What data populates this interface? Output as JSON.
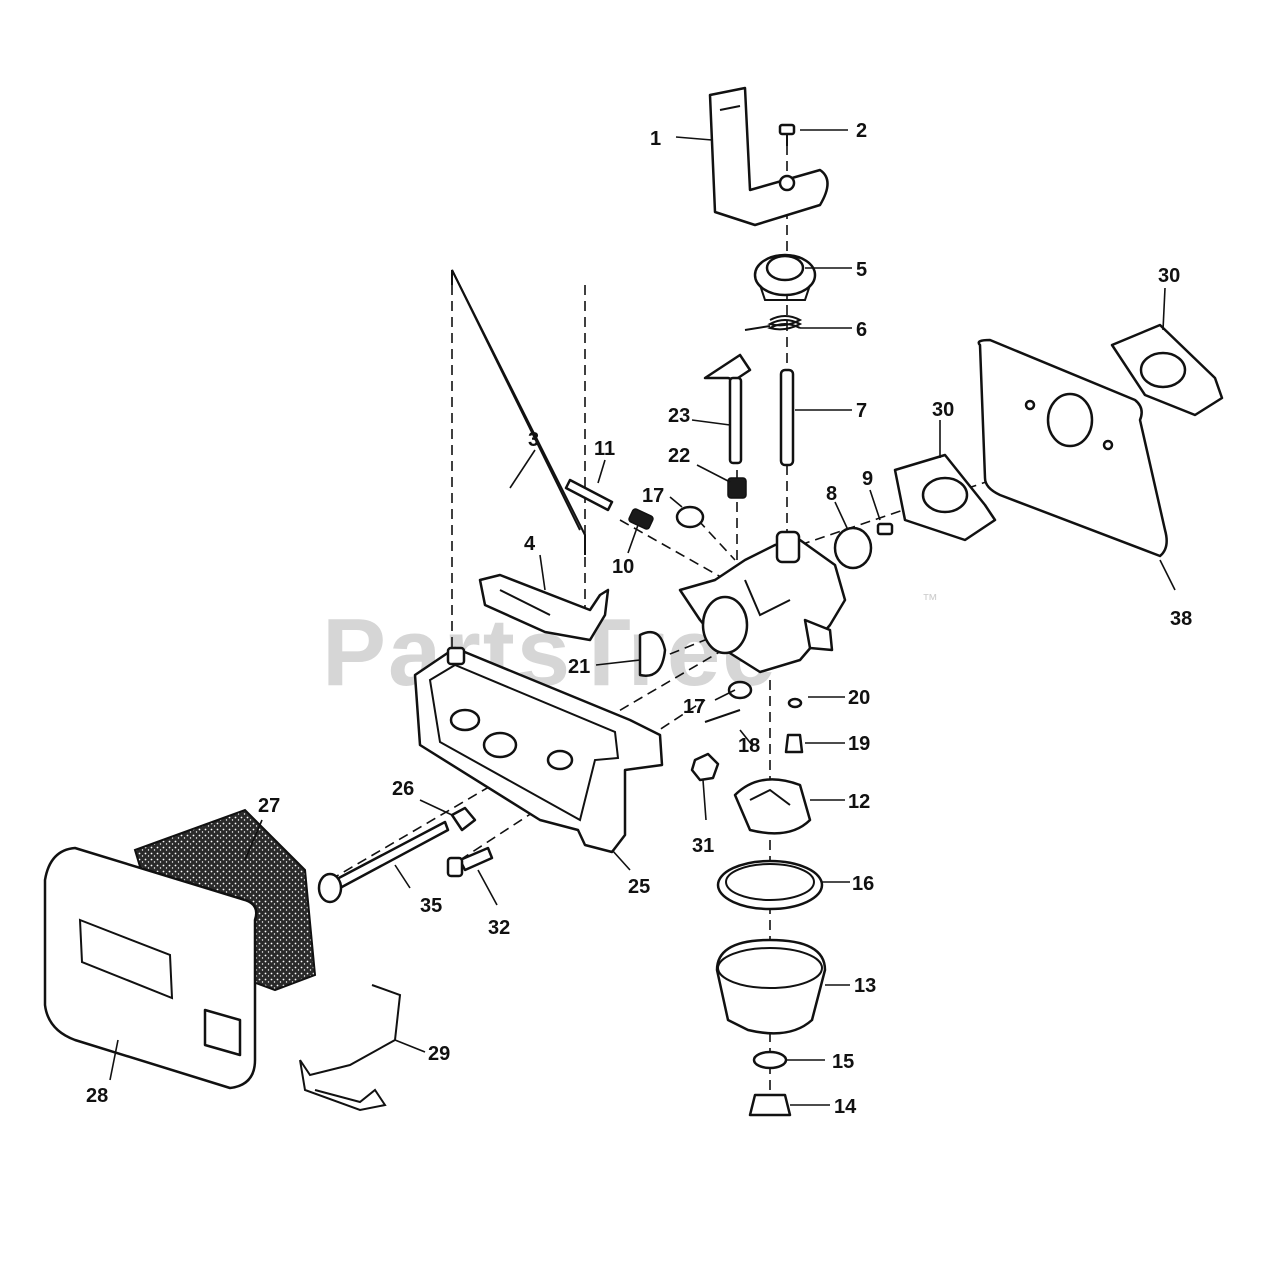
{
  "watermark": {
    "text": "PartsTree",
    "tm": "™"
  },
  "callouts": [
    "1",
    "2",
    "3",
    "4",
    "5",
    "6",
    "7",
    "8",
    "9",
    "10",
    "11",
    "12",
    "13",
    "14",
    "15",
    "16",
    "17",
    "17",
    "18",
    "19",
    "20",
    "21",
    "22",
    "23",
    "25",
    "26",
    "27",
    "28",
    "29",
    "30",
    "30",
    "31",
    "32",
    "35",
    "38"
  ]
}
